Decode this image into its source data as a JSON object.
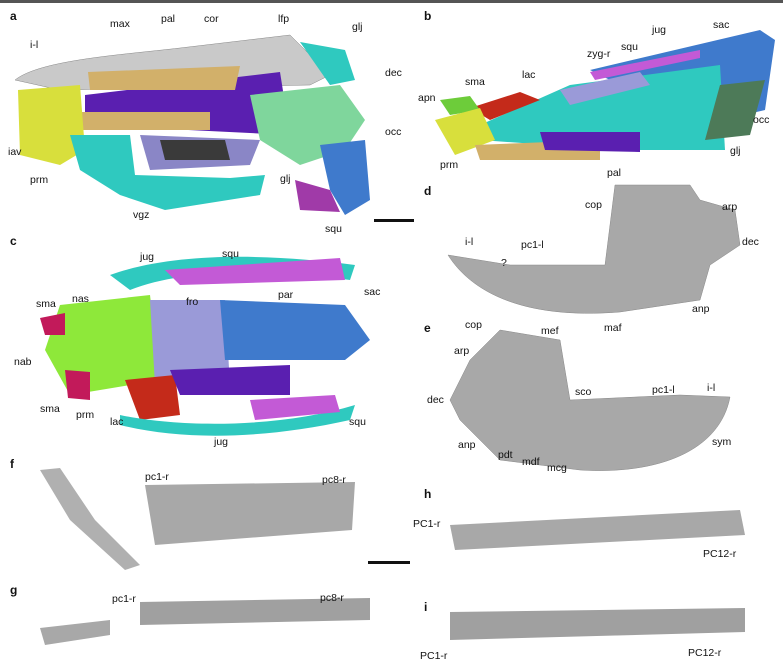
{
  "panels": {
    "a": {
      "letter": "a",
      "labels": [
        "i-l",
        "max",
        "pal",
        "cor",
        "lfp",
        "glj",
        "dec",
        "occ",
        "iav",
        "prm",
        "glj",
        "vgz",
        "squ"
      ]
    },
    "b": {
      "letter": "b",
      "labels": [
        "sac",
        "jug",
        "squ",
        "zyg-r",
        "lac",
        "sma",
        "apn",
        "occ",
        "glj",
        "prm",
        "pal"
      ]
    },
    "c": {
      "letter": "c",
      "labels": [
        "jug",
        "squ",
        "sma",
        "nas",
        "fro",
        "par",
        "sac",
        "nab",
        "sma",
        "prm",
        "lac",
        "squ",
        "jug"
      ]
    },
    "d": {
      "letter": "d",
      "labels": [
        "cop",
        "arp",
        "dec",
        "i-l",
        "?",
        "pc1-l",
        "mef",
        "maf",
        "anp"
      ]
    },
    "e": {
      "letter": "e",
      "labels": [
        "cop",
        "arp",
        "dec",
        "sco",
        "pc1-l",
        "i-l",
        "sym",
        "anp",
        "pdt",
        "mdf",
        "mcg"
      ]
    },
    "f": {
      "letter": "f",
      "labels": [
        "pc1-r",
        "pc8-r"
      ]
    },
    "g": {
      "letter": "g",
      "labels": [
        "pc1-r",
        "pc8-r"
      ]
    },
    "h": {
      "letter": "h",
      "labels": [
        "PC1-r",
        "PC12-r"
      ]
    },
    "i": {
      "letter": "i",
      "labels": [
        "PC1-r",
        "PC12-r"
      ]
    }
  },
  "colors": {
    "maxilla": "#c9c9c9",
    "palatine": "#5a1fb0",
    "teeth": "#d2b06a",
    "premaxilla": "#d8df3c",
    "jugal": "#2fc9bf",
    "squamosal": "#c35ad6",
    "occipital": "#7fd69c",
    "sac": "#3f7acc",
    "nasal": "#8ee83a",
    "frontal": "#9a9ad8",
    "lacrimal": "#c42a1a",
    "septomaxilla": "#c21a5a",
    "bone_grey": "#a8a8a8"
  }
}
